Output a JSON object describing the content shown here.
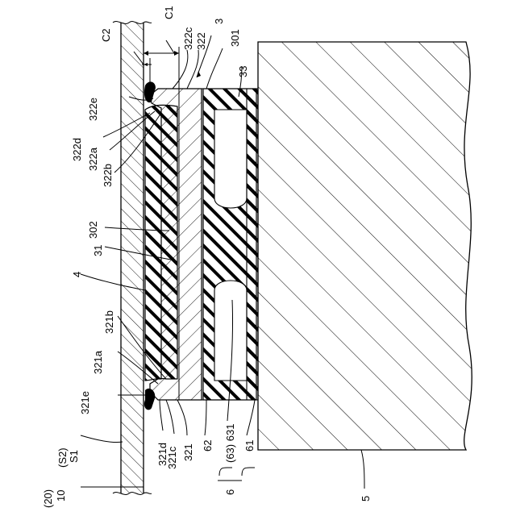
{
  "labels": {
    "C1": "C1",
    "C2": "C2",
    "n3": "3",
    "n322c": "322c",
    "n322": "322",
    "n301": "301",
    "n33": "33",
    "n322e": "322e",
    "n322d": "322d",
    "n322a": "322a",
    "n322b": "322b",
    "n302": "302",
    "n31": "31",
    "n4": "4",
    "n321b": "321b",
    "n321a": "321a",
    "n321e": "321e",
    "S2": "(S2)",
    "S1": "S1",
    "n321d": "321d",
    "n321c": "321c",
    "n321": "321",
    "n62": "62",
    "n63_631": "(63) 631",
    "n61": "61",
    "n6": "6",
    "n20": "(20)",
    "n10": "10",
    "n5": "5"
  }
}
